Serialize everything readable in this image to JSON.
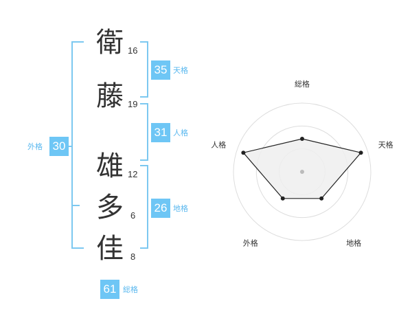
{
  "surname": [
    {
      "char": "衛",
      "strokes": "16"
    },
    {
      "char": "藤",
      "strokes": "19"
    }
  ],
  "given_name": [
    {
      "char": "雄",
      "strokes": "12"
    },
    {
      "char": "多",
      "strokes": "6"
    },
    {
      "char": "佳",
      "strokes": "8"
    }
  ],
  "kaku": {
    "tenkaku": {
      "value": "35",
      "label": "天格"
    },
    "jinkaku": {
      "value": "31",
      "label": "人格"
    },
    "chikaku": {
      "value": "26",
      "label": "地格"
    },
    "gaikaku": {
      "value": "30",
      "label": "外格"
    },
    "soukaku": {
      "value": "61",
      "label": "総格"
    }
  },
  "chart_data": {
    "type": "radar",
    "axes": [
      "総格",
      "天格",
      "地格",
      "外格",
      "人格"
    ],
    "values": [
      0.48,
      0.9,
      0.48,
      0.48,
      0.9
    ],
    "max": 1,
    "rings": 3,
    "colors": {
      "fill": "#eeeeee",
      "stroke": "#222222",
      "ring": "#dddddd",
      "center": "#bbbbbb"
    }
  }
}
